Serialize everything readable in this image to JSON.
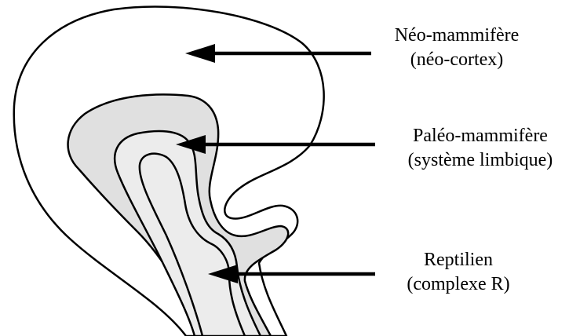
{
  "colors": {
    "outline": "#000000",
    "paleo_fill": "#e0e0e0",
    "reptilian_fill": "#ececec",
    "neo_fill": "#ffffff"
  },
  "labels": {
    "neo": {
      "name": "Néo-mammifère",
      "detail": "(néo-cortex)"
    },
    "paleo": {
      "name": "Paléo-mammifère",
      "detail": "(système limbique)"
    },
    "reptilian": {
      "name": "Reptilien",
      "detail": "(complexe R)"
    }
  }
}
